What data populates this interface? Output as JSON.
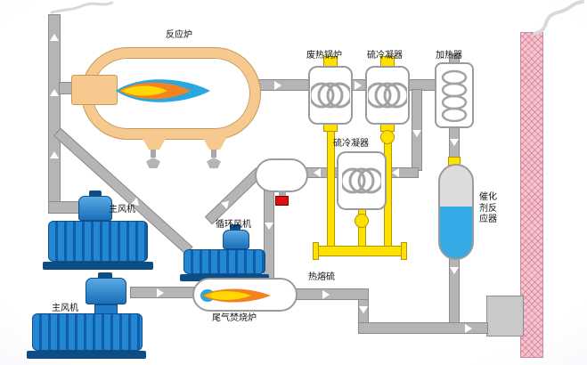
{
  "diagram": {
    "labels": {
      "reaction_furnace": "反应炉",
      "waste_heat_boiler": "废热锅炉",
      "sulfur_condenser_top": "硫冷凝器",
      "heater": "加热器",
      "sulfur_condenser_mid": "硫冷凝器",
      "catalyst_reactor": "催化剂反应器",
      "main_blower_upper": "主风机",
      "circulation_blower": "循环风机",
      "main_blower_lower": "主风机",
      "tail_gas_incinerator": "尾气焚烧炉",
      "molten_sulfur": "热熔硫"
    },
    "colors": {
      "pipe_gray": "#b5b5b5",
      "furnace_shell_peach": "#f6c98f",
      "equipment_blue": "#2387d3",
      "sulfur_yellow": "#ffe100",
      "stack_pink": "#f6c3cf",
      "liquid_blue": "#35aae6",
      "flame_blue": "#29a8e0",
      "flame_orange": "#f58220",
      "flame_yellow": "#ffd800",
      "valve_red": "#e01010"
    }
  }
}
